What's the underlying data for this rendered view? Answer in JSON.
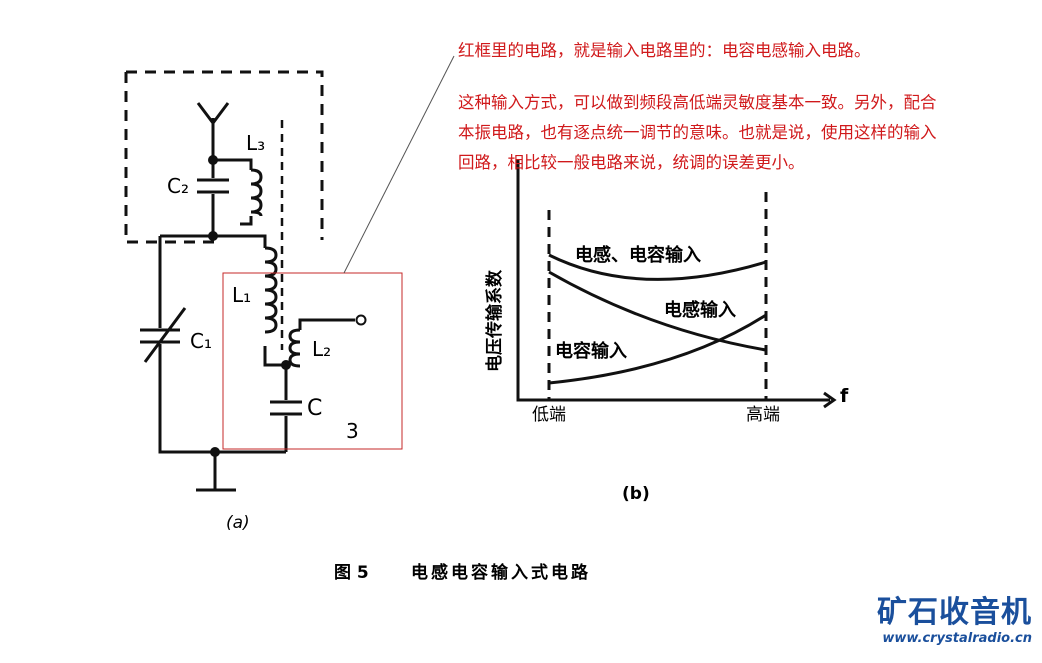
{
  "annotation": {
    "line1": "红框里的电路，就是输入电路里的：电容电感输入电路。",
    "para": [
      "这种输入方式，可以做到频段高低端灵敏度基本一致。另外，配合",
      "本振电路，也有逐点统一调节的意味。也就是说，使用这样的输入",
      "回路，相比较一般电路来说，统调的误差更小。"
    ],
    "color": "#d0191b"
  },
  "circuit": {
    "labels": {
      "l3": "L₃",
      "c2": "C₂",
      "l1": "L₁",
      "c1": "C₁",
      "l2": "L₂",
      "c": "C",
      "num3": "3"
    },
    "sub_label": "(a)"
  },
  "graph": {
    "y_axis_label": "电压传输系数",
    "x_axis_label": "f",
    "x_ticks": [
      "低端",
      "高端"
    ],
    "curves": [
      "电感、电容输入",
      "电感输入",
      "电容输入"
    ],
    "sub_label": "(b)"
  },
  "figure_caption": {
    "num": "图 5",
    "title": "电感电容输入式电路"
  },
  "logo": {
    "name": "矿石收音机",
    "url": "www.crystalradio.cn",
    "color": "#1a4f9c"
  },
  "highlight_color": "#c62828"
}
